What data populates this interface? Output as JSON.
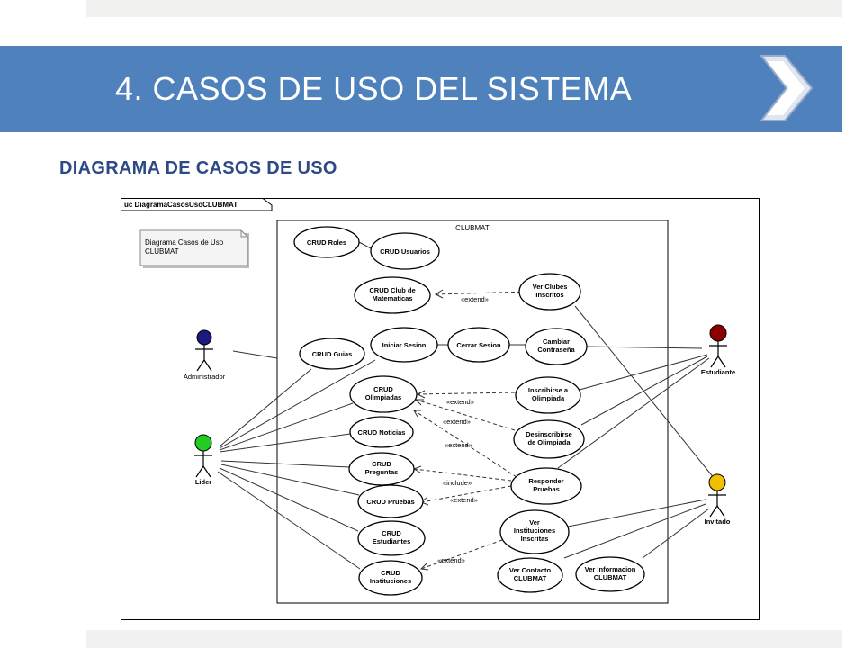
{
  "slide": {
    "title": "4. CASOS DE USO DEL SISTEMA",
    "subtitle": "DIAGRAMA DE CASOS DE USO"
  },
  "colors": {
    "title_band": "#4f81bd",
    "title_text": "#ffffff",
    "subtitle_text": "#2e4a86",
    "administrador_head": "#1a1a80",
    "lider_head": "#22cc22",
    "estudiante_head": "#8b0000",
    "invitado_head": "#f0c000"
  },
  "diagram": {
    "frame_label": "uc DiagramaCasosUsoCLUBMAT",
    "system_label": "CLUBMAT",
    "note": [
      "Diagrama Casos de Uso",
      "CLUBMAT"
    ],
    "actors": {
      "administrador": "Administrador",
      "lider": "Lider",
      "estudiante": "Estudiante",
      "invitado": "Invitado"
    },
    "use_cases": {
      "crud_roles": [
        "CRUD Roles"
      ],
      "crud_usuarios": [
        "CRUD Usuarios"
      ],
      "crud_club": [
        "CRUD Club de",
        "Matematicas"
      ],
      "ver_clubes": [
        "Ver Clubes",
        "Inscritos"
      ],
      "crud_guias": [
        "CRUD Guias"
      ],
      "iniciar_sesion": [
        "Iniciar Sesion"
      ],
      "cerrar_sesion": [
        "Cerrar Sesion"
      ],
      "cambiar_contrasena": [
        "Cambiar",
        "Contraseña"
      ],
      "crud_olimpiadas": [
        "CRUD",
        "Olimpiadas"
      ],
      "inscribirse": [
        "Inscribirse a",
        "Olimpiada"
      ],
      "crud_noticias": [
        "CRUD Noticias"
      ],
      "desinscribirse": [
        "Desinscribirse",
        "de Olimpiada"
      ],
      "crud_preguntas": [
        "CRUD",
        "Preguntas"
      ],
      "responder_pruebas": [
        "Responder",
        "Pruebas"
      ],
      "crud_pruebas": [
        "CRUD Pruebas"
      ],
      "crud_estudiantes": [
        "CRUD",
        "Estudiantes"
      ],
      "ver_instituciones": [
        "Ver",
        "Instituciones",
        "Inscritas"
      ],
      "crud_instituciones": [
        "CRUD",
        "Instituciones"
      ],
      "ver_contacto": [
        "Ver Contacto",
        "CLUBMAT"
      ],
      "ver_informacion": [
        "Ver Informacion",
        "CLUBMAT"
      ]
    },
    "relationship_labels": {
      "extend_ver_clubes": "«extend»",
      "extend_inscribirse": "«extend»",
      "extend_desinscribirse": "«extend»",
      "extend_responder": "«extend»",
      "include_preguntas": "«include»",
      "extend_pruebas": "«extend»",
      "extend_instituciones": "«extend»"
    }
  }
}
